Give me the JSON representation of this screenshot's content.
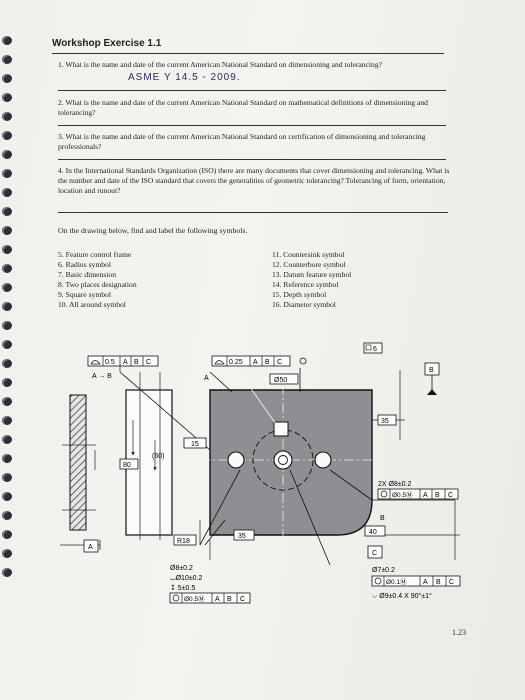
{
  "title": "Workshop Exercise 1.1",
  "questions": [
    {
      "num": "1.",
      "text": "What is the name and date of the current American National Standard on dimensioning and tolerancing?"
    },
    {
      "num": "2.",
      "text": "What is the name and date of the current American National Standard on mathematical definitions of dimensioning and tolerancing?"
    },
    {
      "num": "3.",
      "text": "What is the name and date of the current American National Standard on certification of dimensioning and tolerancing professionals?"
    },
    {
      "num": "4.",
      "text": "In the International Standards Organization (ISO) there are many documents that cover dimensioning and tolerancing. What is the number and date of the ISO standard that covers the generalities of geometric tolerancing? Tolerancing of form, orientation, location and runout?"
    }
  ],
  "handwritten_answer": "ASME Y 14.5 - 2009.",
  "drawing_intro": "On the drawing below, find and label the following symbols.",
  "symbols_left": [
    "5. Feature control frame",
    "6. Radius symbol",
    "7. Basic dimension",
    "8. Two places designation",
    "9. Square symbol",
    "10. All around symbol"
  ],
  "symbols_right": [
    "11. Countersink symbol",
    "12. Counterbore symbol",
    "13. Datum feature symbol",
    "14. Reference symbol",
    "15. Depth symbol",
    "16. Diameter symbol"
  ],
  "drawing": {
    "fcf_left": [
      "0.5",
      "A",
      "B",
      "C"
    ],
    "fcf_top": [
      "0.25",
      "A",
      "B",
      "C"
    ],
    "a_to_b": "A → B",
    "label_a": "A",
    "dia50": "Ø50",
    "dim6": "6",
    "datum_b": "B",
    "dim35_right": "35",
    "dim15": "15",
    "dim60": "(60)",
    "dim80": "80",
    "r18": "R18",
    "dim35_bottom": "35",
    "datum_a": "A",
    "holes_note": "2X Ø8±0.2",
    "holes_fcf": [
      "Ø0.5Ⓜ",
      "A",
      "B",
      "C"
    ],
    "b_leader": "B",
    "dim40": "40",
    "datum_c": "C",
    "cbore_lines": [
      "Ø8±0.2",
      "⌴Ø10±0.2",
      "↧ 5±0.5"
    ],
    "cbore_fcf": [
      "Ø0.5Ⓜ",
      "A",
      "B",
      "C"
    ],
    "csink_lines": [
      "Ø7±0.2"
    ],
    "csink_fcf": [
      "Ø0.1Ⓜ",
      "A",
      "B",
      "C"
    ],
    "csink_note": "⌵ Ø9±0.4 X 90°±1°"
  },
  "page_number": "1.23"
}
